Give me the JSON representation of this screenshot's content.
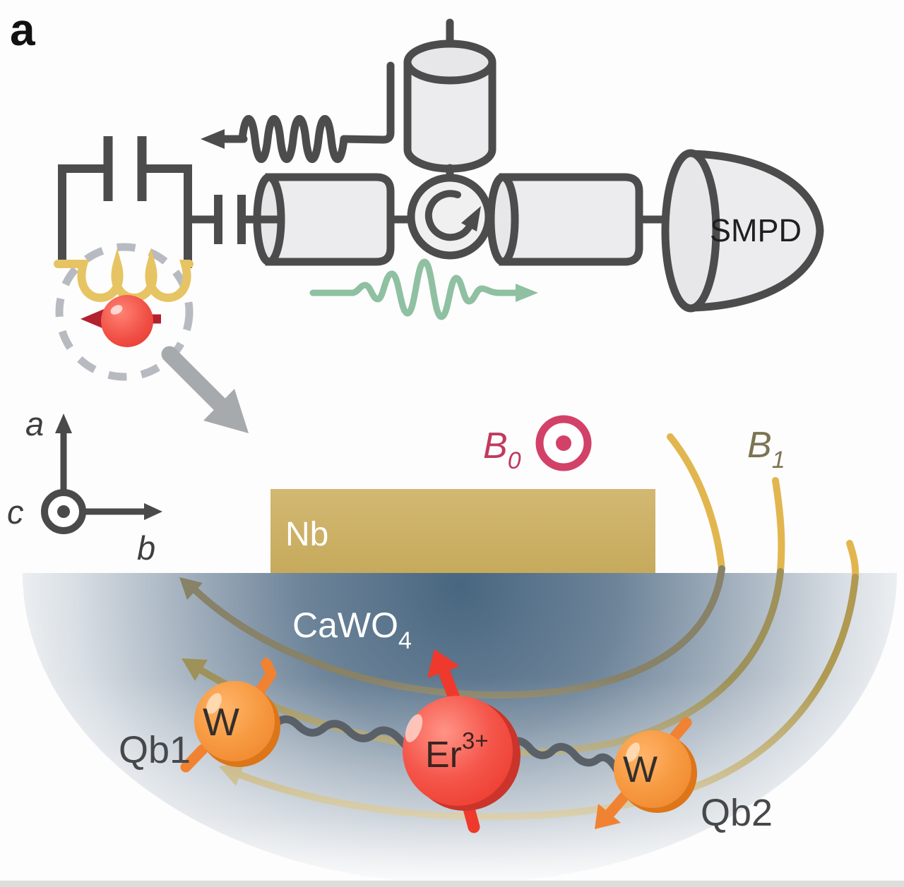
{
  "panel_label": "a",
  "circuit": {
    "smpd_label": "SMPD"
  },
  "fields": {
    "b0": {
      "symbol": "B",
      "subscript": "0"
    },
    "b1": {
      "symbol": "B",
      "subscript": "1"
    }
  },
  "axes": {
    "vertical": "a",
    "horizontal": "b",
    "out_of_plane": "c"
  },
  "sample": {
    "electrode_label": "Nb",
    "crystal_formula": "CaWO",
    "crystal_subscript": "4",
    "ion_symbol": "Er",
    "ion_charge": "3+",
    "qubit1_label": "Qb1",
    "qubit1_atom": "W",
    "qubit2_label": "Qb2",
    "qubit2_atom": "W"
  },
  "colors": {
    "circuit_gray": "#4c4c4c",
    "coil_gold": "#e7c463",
    "spin_red": "#ef4a41",
    "spin_arrow_dark_red": "#b3202e",
    "photon_green": "#8fc0a1",
    "b0_pink": "#d24168",
    "b1_olive": "#7c7452",
    "nb_gold": "#cdb267",
    "crystal_blue": "#4a6880",
    "ion_red": "#f2564a",
    "qubit_orange": "#f5923a",
    "field_line_gold": "#e2b64f",
    "coupling_gray": "#5a6068"
  }
}
